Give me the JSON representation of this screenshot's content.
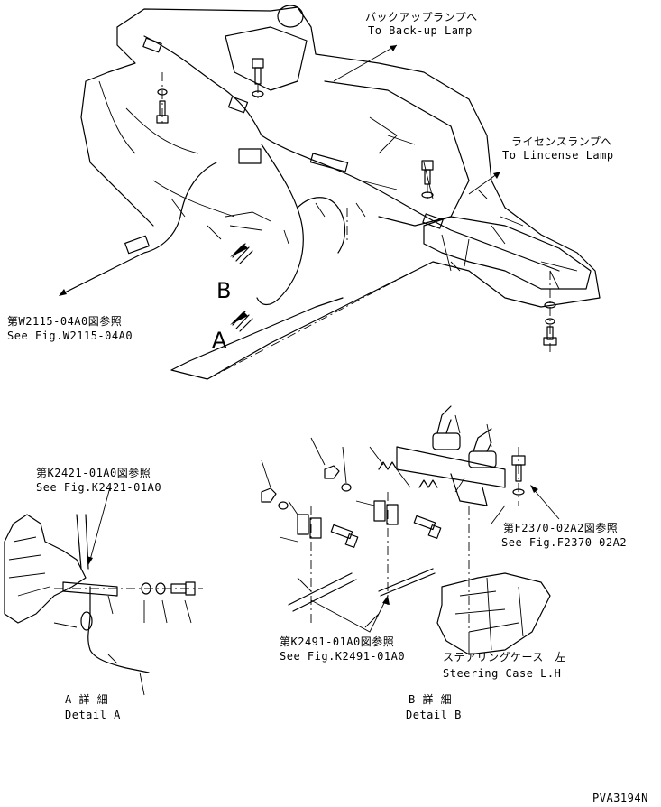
{
  "labels": {
    "backup_jp": "バックアップランプへ",
    "backup_en": "To Back-up Lamp",
    "license_jp": "ライセンスランプへ",
    "license_en": "To Lincense Lamp",
    "w2115_jp": "第W2115-04A0図参照",
    "w2115_en": "See Fig.W2115-04A0",
    "k2421_jp": "第K2421-01A0図参照",
    "k2421_en": "See Fig.K2421-01A0",
    "f2370_jp": "第F2370-02A2図参照",
    "f2370_en": "See Fig.F2370-02A2",
    "k2491_jp": "第K2491-01A0図参照",
    "k2491_en": "See Fig.K2491-01A0",
    "steering_jp": "ステアリングケース　左",
    "steering_en": "Steering Case L.H",
    "detail_a_jp": "A 詳 細",
    "detail_a_en": "Detail A",
    "detail_b_jp": "B 詳 細",
    "detail_b_en": "Detail B",
    "marker_a": "A",
    "marker_b": "B",
    "drawing_code": "PVA3194N"
  }
}
